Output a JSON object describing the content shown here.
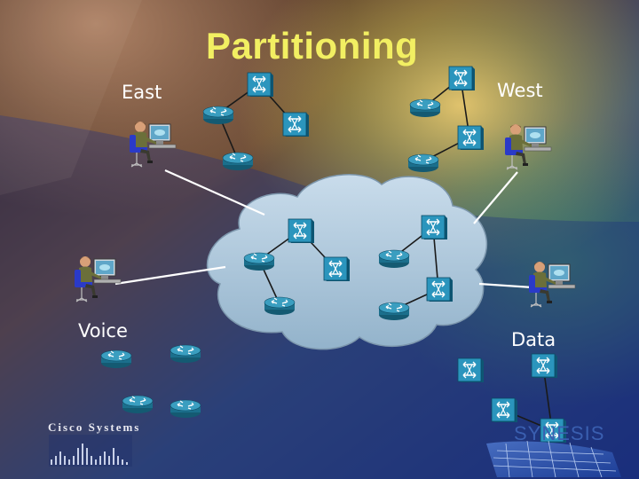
{
  "title": "Partitioning",
  "zones": {
    "east": "East",
    "west": "West",
    "voice": "Voice",
    "data": "Data"
  },
  "logos": {
    "cisco": "Cisco Systems",
    "synesis": "SYNESIS"
  },
  "colors": {
    "title": "#f2ef62",
    "router": "#2f8aa8",
    "switch": "#1f86a8",
    "cloud": "#a9c4d8",
    "link": "#1a1a1a",
    "terminal_link": "#ffffff"
  },
  "icons": {
    "router": "router-icon",
    "switch": "switch-icon",
    "workstation": "workstation-user-icon",
    "cloud": "network-cloud-icon"
  }
}
